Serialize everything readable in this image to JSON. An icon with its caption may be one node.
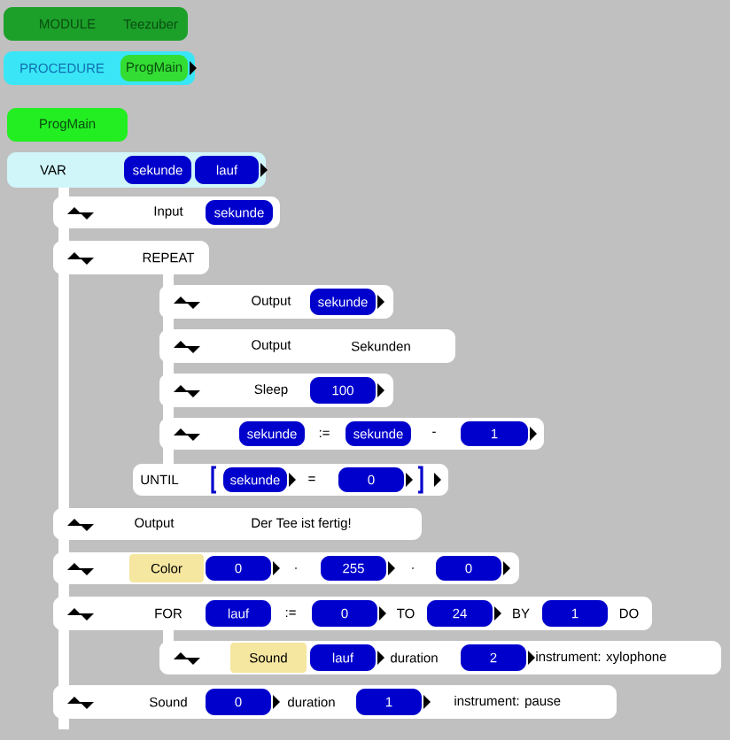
{
  "diagram": {
    "nodes": [
      {
        "text": [
          "MODULE",
          "Teezuber"
        ]
      },
      {
        "text": [
          "PROCEDURE"
        ]
      },
      {
        "text": [
          "ProgMain"
        ],
        "in": 1
      },
      {
        "text": [
          "ProgMain"
        ]
      },
      {
        "text": [
          "VAR"
        ]
      },
      {
        "text": [
          "sekunde"
        ],
        "in": 4
      },
      {
        "text": [
          "lauf"
        ],
        "in": 4
      },
      {
        "text": [
          "Input"
        ]
      },
      {
        "text": [
          "sekunde"
        ],
        "in": 7
      },
      {
        "text": [
          "REPEAT"
        ]
      },
      {
        "text": [
          "Output"
        ]
      },
      {
        "text": [
          "sekunde"
        ],
        "in": 10
      },
      {
        "text": [
          "Output",
          "Sekunden"
        ]
      },
      {
        "text": [
          "Sleep"
        ]
      },
      {
        "text": [
          "100"
        ],
        "in": 13
      },
      {
        "text": [
          ":=",
          "-"
        ]
      },
      {
        "text": [
          "sekunde"
        ],
        "in": 15
      },
      {
        "text": [
          "sekunde"
        ],
        "in": 15
      },
      {
        "text": [
          "1"
        ],
        "in": 15
      },
      {
        "text": [
          "UNTIL",
          "="
        ]
      },
      {
        "text": [
          "sekunde"
        ],
        "in": 19
      },
      {
        "text": [
          "0"
        ],
        "in": 19
      },
      {
        "text": [
          "Output",
          "Der Tee ist fertig!"
        ]
      },
      {
        "text": [
          ".",
          "."
        ]
      },
      {
        "text": [
          "Color"
        ],
        "in": 23
      },
      {
        "text": [
          "0"
        ],
        "in": 23
      },
      {
        "text": [
          "255"
        ],
        "in": 23
      },
      {
        "text": [
          "0"
        ],
        "in": 23
      },
      {
        "text": [
          "FOR",
          ":=",
          "TO",
          "BY",
          "DO"
        ]
      },
      {
        "text": [
          "lauf"
        ],
        "in": 28
      },
      {
        "text": [
          "0"
        ],
        "in": 28
      },
      {
        "text": [
          "24"
        ],
        "in": 28
      },
      {
        "text": [
          "1"
        ],
        "in": 28
      },
      {
        "text": [
          "duration",
          "instrument: xylophone"
        ]
      },
      {
        "text": [
          "Sound"
        ],
        "in": 33
      },
      {
        "text": [
          "lauf"
        ],
        "in": 33
      },
      {
        "text": [
          "2"
        ],
        "in": 33
      },
      {
        "text": [
          "Sound",
          "duration",
          "instrument: pause"
        ]
      },
      {
        "text": [
          "0"
        ],
        "in": 37
      },
      {
        "text": [
          "1"
        ],
        "in": 37
      }
    ]
  }
}
